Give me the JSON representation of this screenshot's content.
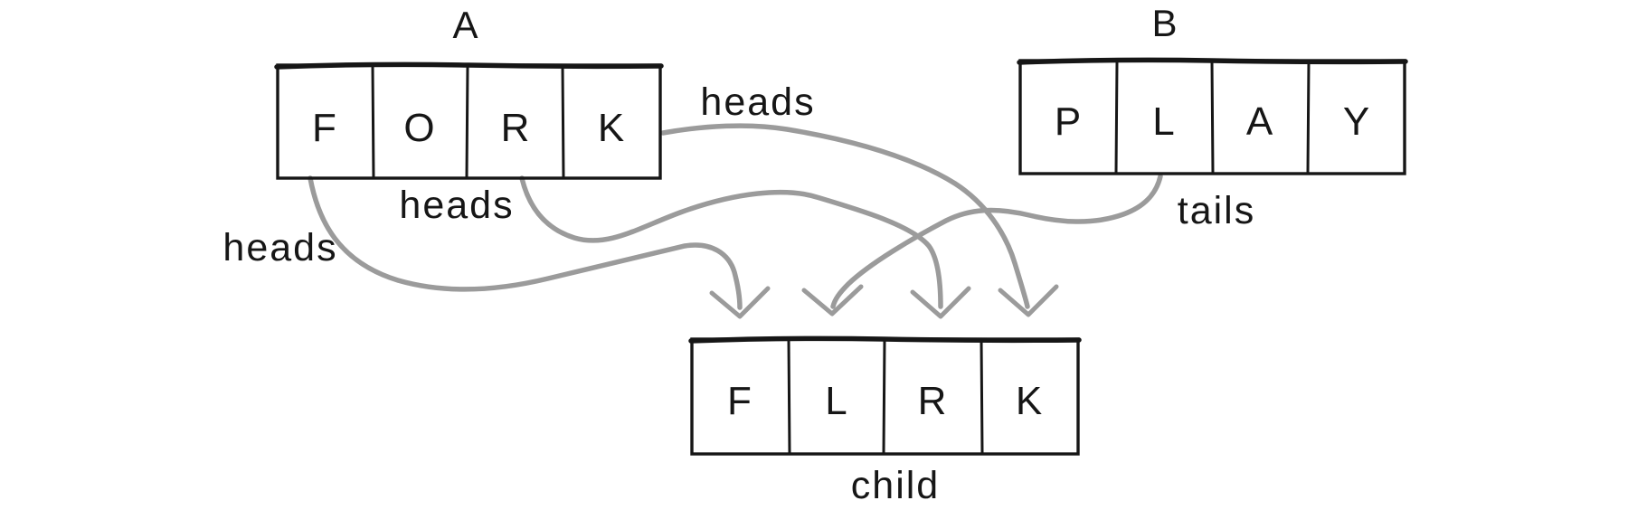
{
  "diagram": {
    "background": "#ffffff",
    "ink_color": "#161616",
    "arrow_color": "#9b9b9b",
    "parent_a": {
      "label": "A",
      "cells": [
        "F",
        "O",
        "R",
        "K"
      ]
    },
    "parent_b": {
      "label": "B",
      "cells": [
        "P",
        "L",
        "A",
        "Y"
      ]
    },
    "child": {
      "label": "child",
      "cells": [
        "F",
        "L",
        "R",
        "K"
      ]
    },
    "arrows": [
      {
        "label": "heads",
        "from": "A cell F",
        "to": "child cell F"
      },
      {
        "label": "heads",
        "from": "A cell R",
        "to": "child cell R"
      },
      {
        "label": "heads",
        "from": "A cell K",
        "to": "child cell K"
      },
      {
        "label": "tails",
        "from": "B cell L",
        "to": "child cell L"
      }
    ]
  }
}
